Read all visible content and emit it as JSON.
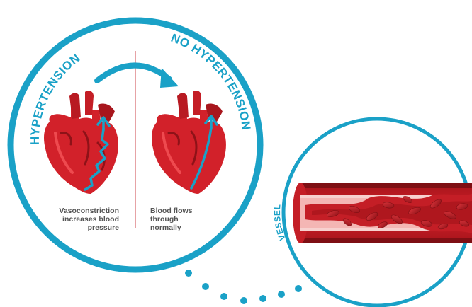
{
  "labels": {
    "hypertension": "HYPERTENSION",
    "no_hypertension": "NO HYPERTENSION",
    "vessel": "VESSEL"
  },
  "captions": {
    "left": [
      "Vasoconstriction",
      "increases blood",
      "pressure"
    ],
    "right": [
      "Blood flows",
      "through",
      "normally"
    ]
  },
  "colors": {
    "ring": "#1aa1c7",
    "heart": "#d2212a",
    "heart_dark": "#8e1218",
    "heart_light": "#ee4a4f",
    "divider": "#e6a3a6",
    "vessel_wall": "#f4b6b4",
    "vessel_outer": "#c41e26",
    "blood_cell": "#9e1117",
    "caption_text": "#555555"
  },
  "icons": {
    "heart_left": "heart-constricted-icon",
    "heart_right": "heart-normal-icon",
    "arrow": "curved-arrow-icon",
    "vessel": "blood-vessel-icon"
  }
}
